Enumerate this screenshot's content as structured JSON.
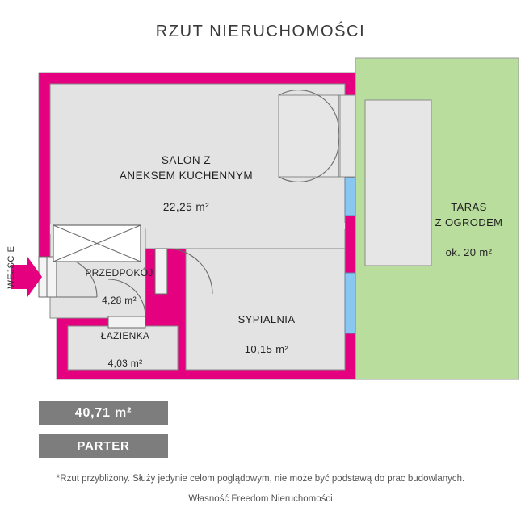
{
  "header": {
    "title": "RZUT NIERUCHOMOŚCI"
  },
  "plan": {
    "entrance_label": "WEJŚCIE",
    "rooms": [
      {
        "id": "salon",
        "name": "SALON Z\nANEKSEM KUCHENNYM",
        "area": "22,25 m²"
      },
      {
        "id": "przedpokoj",
        "name": "PRZEDPOKÓJ",
        "area": "4,28 m²"
      },
      {
        "id": "lazienka",
        "name": "ŁAZIENKA",
        "area": "4,03 m²"
      },
      {
        "id": "sypialnia",
        "name": "SYPIALNIA",
        "area": "10,15 m²"
      },
      {
        "id": "taras",
        "name": "TARAS\nZ OGRODEM",
        "area": "ok. 20 m²"
      }
    ],
    "colors": {
      "wall": "#e4007f",
      "room_fill": "#e3e3e3",
      "garden": "#b9dd9c",
      "window": "#8ac6f2",
      "outline": "#8a8a8a",
      "badge": "#7d7d7d"
    }
  },
  "badges": {
    "total_area": "40,71 m²",
    "floor": "PARTER"
  },
  "footer": {
    "disclaimer": "*Rzut przybliżony. Służy jedynie celom poglądowym, nie może być podstawą do prac budowlanych.",
    "owner": "Własność Freedom Nieruchomości"
  }
}
